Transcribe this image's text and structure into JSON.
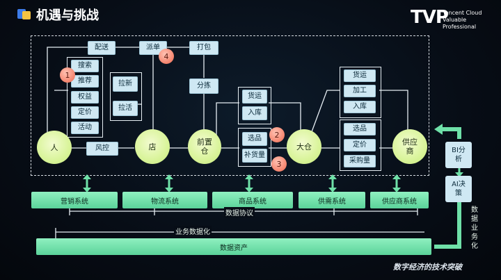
{
  "header": {
    "title": "机遇与挑战",
    "brand": "TVP",
    "brand_sub_1": "Tencent Cloud",
    "brand_sub_2": "Valuable Professional"
  },
  "nodes": {
    "people": "人",
    "store": "店",
    "front_warehouse": "前置仓",
    "big_warehouse": "大仓",
    "supplier": "供应商"
  },
  "boxes": {
    "delivery": "配送",
    "dispatch": "派单",
    "pack": "打包",
    "sorting": "分拣",
    "search": "搜索",
    "recommend": "推荐",
    "rights": "权益",
    "pricing": "定价",
    "activity": "活动",
    "acquire": "拉新",
    "activate": "拉活",
    "risk": "风控",
    "ship": "货运",
    "stock_in": "入库",
    "select": "选品",
    "replenish": "补货量",
    "ship2": "货运",
    "process": "加工",
    "stock_in2": "入库",
    "select2": "选品",
    "pricing2": "定价",
    "purchase": "采购量"
  },
  "badges": {
    "b1": "1",
    "b2": "2",
    "b3": "3",
    "b4": "4"
  },
  "systems": {
    "marketing": "营销系统",
    "logistics": "物流系统",
    "product": "商品系统",
    "supply_demand": "供需系统",
    "supplier_sys": "供应商系统"
  },
  "side": {
    "bi": "BI分析",
    "ai": "AI决策"
  },
  "labels": {
    "data_protocol": "数据协议",
    "business_datafy": "业务数据化",
    "data_assets": "数据资产",
    "data_businessfy": "数据业务化"
  },
  "footer": "数字经济的技术突破",
  "colors": {
    "node": "#d9f49a",
    "box": "#cfe8f3",
    "system": "#6fe0a8",
    "badge": "#f5846d"
  }
}
